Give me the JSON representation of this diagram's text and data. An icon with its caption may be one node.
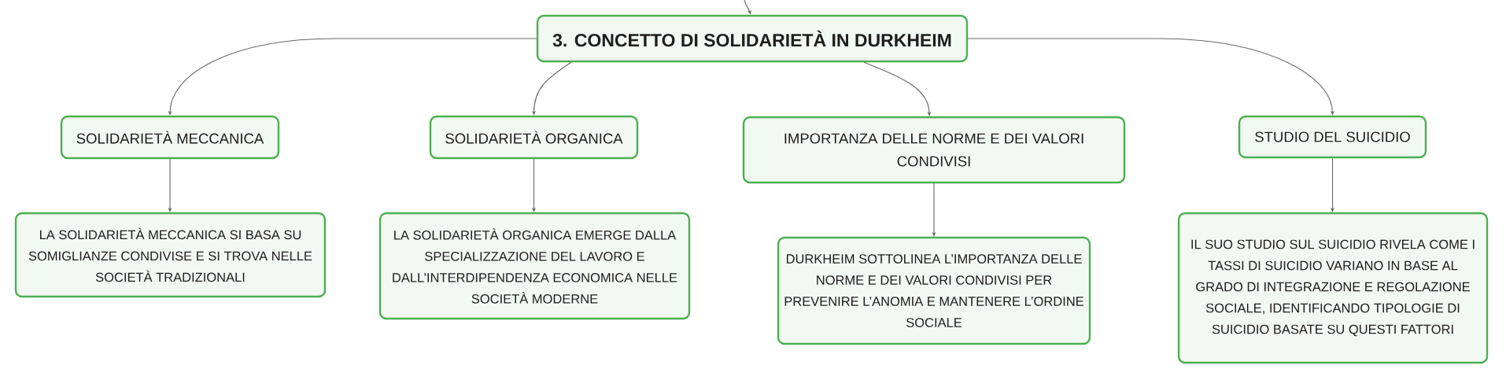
{
  "diagram": {
    "nodes": [
      {
        "text": [
          "3. CONCETTO DI SOLIDARIETÀ IN DURKHEIM"
        ]
      },
      {
        "text": [
          "SOLIDARIETÀ MECCANICA"
        ]
      },
      {
        "text": [
          "SOLIDARIETÀ ORGANICA"
        ]
      },
      {
        "text": [
          "IMPORTANZA DELLE NORME E DEI VALORI CONDIVISI"
        ]
      },
      {
        "text": [
          "STUDIO DEL SUICIDIO"
        ]
      },
      {
        "text": [
          "LA SOLIDARIETÀ MECCANICA SI BASA SU SOMIGLIANZE CONDIVISE E SI TROVA NELLE SOCIETÀ TRADIZIONALI"
        ]
      },
      {
        "text": [
          "LA SOLIDARIETÀ ORGANICA EMERGE DALLA SPECIALIZZAZIONE DEL LAVORO E DALL’INTERDIPENDENZA ECONOMICA NELLE SOCIETÀ MODERNE"
        ]
      },
      {
        "text": [
          "DURKHEIM SOTTOLINEA L’IMPORTANZA DELLE NORME E DEI VALORI CONDIVISI PER PREVENIRE L’ANOMIA E MANTENERE L’ORDINE SOCIALE"
        ]
      },
      {
        "text": [
          "IL SUO STUDIO SUL SUICIDIO RIVELA COME I TASSI DI SUICIDIO VARIANO IN BASE AL GRADO DI INTEGRAZIONE E REGOLAZIONE SOCIALE, IDENTIFICANDO TIPOLOGIE DI SUICIDIO BASATE SU QUESTI FATTORI"
        ]
      }
    ],
    "edges": [
      {
        "from": null,
        "to": 0,
        "arrow": "to"
      },
      {
        "from": 0,
        "to": 1,
        "arrow": "to"
      },
      {
        "from": 0,
        "to": 2,
        "arrow": "to"
      },
      {
        "from": 0,
        "to": 3,
        "arrow": "to"
      },
      {
        "from": 0,
        "to": 4,
        "arrow": "to"
      },
      {
        "from": 1,
        "to": 5,
        "arrow": "to"
      },
      {
        "from": 2,
        "to": 6,
        "arrow": "to"
      },
      {
        "from": 3,
        "to": 7,
        "arrow": "to"
      },
      {
        "from": 4,
        "to": 8,
        "arrow": "to"
      }
    ]
  }
}
